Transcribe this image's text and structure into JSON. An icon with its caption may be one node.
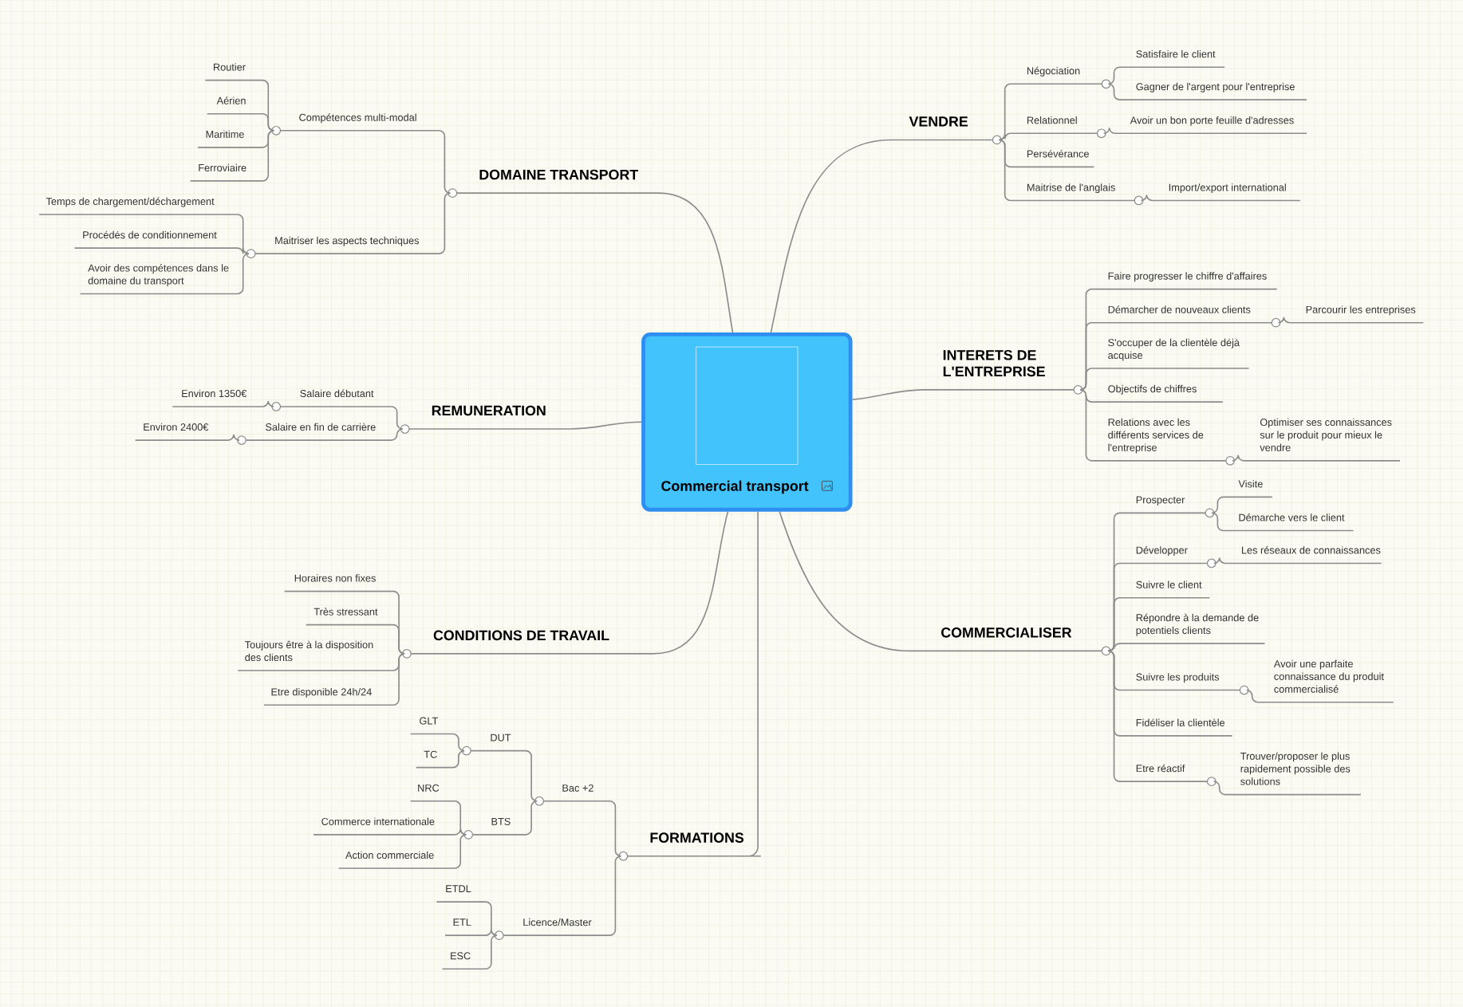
{
  "diagram": {
    "nodes": [
      {
        "text": [
          "Commercial transport"
        ]
      },
      {
        "text": [
          "VENDRE"
        ]
      },
      {
        "text": [
          "Négociation"
        ]
      },
      {
        "text": [
          "Satisfaire le client"
        ]
      },
      {
        "text": [
          "Gagner de l'argent pour l'entreprise"
        ]
      },
      {
        "text": [
          "Relationnel"
        ]
      },
      {
        "text": [
          "Avoir un bon porte feuille d'adresses"
        ]
      },
      {
        "text": [
          "Persévérance"
        ]
      },
      {
        "text": [
          "Maitrise de l'anglais"
        ]
      },
      {
        "text": [
          "Import/export international"
        ]
      },
      {
        "text": [
          "INTERETS DE L'ENTREPRISE"
        ]
      },
      {
        "text": [
          "Faire progresser le chiffre d'affaires"
        ]
      },
      {
        "text": [
          "Démarcher de nouveaux clients"
        ]
      },
      {
        "text": [
          "Parcourir les entreprises"
        ]
      },
      {
        "text": [
          "S'occuper de la clientèle déjà acquise"
        ]
      },
      {
        "text": [
          "Objectifs de chiffres"
        ]
      },
      {
        "text": [
          "Relations avec les différents services de l'entreprise"
        ]
      },
      {
        "text": [
          "Optimiser ses connaissances sur le produit pour mieux le vendre"
        ]
      },
      {
        "text": [
          "COMMERCIALISER"
        ]
      },
      {
        "text": [
          "Prospecter"
        ]
      },
      {
        "text": [
          "Visite"
        ]
      },
      {
        "text": [
          "Démarche vers le client"
        ]
      },
      {
        "text": [
          "Développer"
        ]
      },
      {
        "text": [
          "Les réseaux de connaissances"
        ]
      },
      {
        "text": [
          "Suivre le client"
        ]
      },
      {
        "text": [
          "Répondre à la demande de potentiels clients"
        ]
      },
      {
        "text": [
          "Suivre les produits"
        ]
      },
      {
        "text": [
          "Avoir une parfaite connaissance du produit commercialisé"
        ]
      },
      {
        "text": [
          "Fidéliser la clientèle"
        ]
      },
      {
        "text": [
          "Etre réactif"
        ]
      },
      {
        "text": [
          "Trouver/proposer le plus rapidement possible des solutions"
        ]
      },
      {
        "text": [
          "DOMAINE TRANSPORT"
        ]
      },
      {
        "text": [
          "Compétences multi-modal"
        ]
      },
      {
        "text": [
          "Routier"
        ]
      },
      {
        "text": [
          "Aérien"
        ]
      },
      {
        "text": [
          "Maritime"
        ]
      },
      {
        "text": [
          "Ferroviaire"
        ]
      },
      {
        "text": [
          "Maitriser les aspects techniques"
        ]
      },
      {
        "text": [
          "Temps de chargement/déchargement"
        ]
      },
      {
        "text": [
          "Procédés de conditionnement"
        ]
      },
      {
        "text": [
          "Avoir des compétences dans le domaine du transport"
        ]
      },
      {
        "text": [
          "REMUNERATION"
        ]
      },
      {
        "text": [
          "Salaire débutant"
        ]
      },
      {
        "text": [
          "Environ 1350€"
        ]
      },
      {
        "text": [
          "Salaire en fin de carrière"
        ]
      },
      {
        "text": [
          "Environ 2400€"
        ]
      },
      {
        "text": [
          "CONDITIONS DE TRAVAIL"
        ]
      },
      {
        "text": [
          "Horaires non fixes"
        ]
      },
      {
        "text": [
          "Très stressant"
        ]
      },
      {
        "text": [
          "Toujours être à la disposition des clients"
        ]
      },
      {
        "text": [
          "Etre disponible 24h/24"
        ]
      },
      {
        "text": [
          "FORMATIONS"
        ]
      },
      {
        "text": [
          "Bac +2"
        ]
      },
      {
        "text": [
          "DUT"
        ]
      },
      {
        "text": [
          "GLT"
        ]
      },
      {
        "text": [
          "TC"
        ]
      },
      {
        "text": [
          "BTS"
        ]
      },
      {
        "text": [
          "NRC"
        ]
      },
      {
        "text": [
          "Commerce internationale"
        ]
      },
      {
        "text": [
          "Action commerciale"
        ]
      },
      {
        "text": [
          "Licence/Master"
        ]
      },
      {
        "text": [
          "ETDL"
        ]
      },
      {
        "text": [
          "ETL"
        ]
      },
      {
        "text": [
          "ESC"
        ]
      }
    ],
    "edges": [
      {
        "from": 0,
        "to": 1,
        "arrow": "none"
      },
      {
        "from": 1,
        "to": 2,
        "arrow": "none"
      },
      {
        "from": 2,
        "to": 3,
        "arrow": "none"
      },
      {
        "from": 2,
        "to": 4,
        "arrow": "none"
      },
      {
        "from": 1,
        "to": 5,
        "arrow": "none"
      },
      {
        "from": 5,
        "to": 6,
        "arrow": "none"
      },
      {
        "from": 1,
        "to": 7,
        "arrow": "none"
      },
      {
        "from": 1,
        "to": 8,
        "arrow": "none"
      },
      {
        "from": 8,
        "to": 9,
        "arrow": "none"
      },
      {
        "from": 0,
        "to": 10,
        "arrow": "none"
      },
      {
        "from": 10,
        "to": 11,
        "arrow": "none"
      },
      {
        "from": 10,
        "to": 12,
        "arrow": "none"
      },
      {
        "from": 12,
        "to": 13,
        "arrow": "none"
      },
      {
        "from": 10,
        "to": 14,
        "arrow": "none"
      },
      {
        "from": 10,
        "to": 15,
        "arrow": "none"
      },
      {
        "from": 10,
        "to": 16,
        "arrow": "none"
      },
      {
        "from": 16,
        "to": 17,
        "arrow": "none"
      },
      {
        "from": 0,
        "to": 18,
        "arrow": "none"
      },
      {
        "from": 18,
        "to": 19,
        "arrow": "none"
      },
      {
        "from": 19,
        "to": 20,
        "arrow": "none"
      },
      {
        "from": 19,
        "to": 21,
        "arrow": "none"
      },
      {
        "from": 18,
        "to": 22,
        "arrow": "none"
      },
      {
        "from": 22,
        "to": 23,
        "arrow": "none"
      },
      {
        "from": 18,
        "to": 24,
        "arrow": "none"
      },
      {
        "from": 18,
        "to": 25,
        "arrow": "none"
      },
      {
        "from": 18,
        "to": 26,
        "arrow": "none"
      },
      {
        "from": 26,
        "to": 27,
        "arrow": "none"
      },
      {
        "from": 18,
        "to": 28,
        "arrow": "none"
      },
      {
        "from": 18,
        "to": 29,
        "arrow": "none"
      },
      {
        "from": 29,
        "to": 30,
        "arrow": "none"
      },
      {
        "from": 0,
        "to": 31,
        "arrow": "none"
      },
      {
        "from": 31,
        "to": 32,
        "arrow": "none"
      },
      {
        "from": 32,
        "to": 33,
        "arrow": "none"
      },
      {
        "from": 32,
        "to": 34,
        "arrow": "none"
      },
      {
        "from": 32,
        "to": 35,
        "arrow": "none"
      },
      {
        "from": 32,
        "to": 36,
        "arrow": "none"
      },
      {
        "from": 31,
        "to": 37,
        "arrow": "none"
      },
      {
        "from": 37,
        "to": 38,
        "arrow": "none"
      },
      {
        "from": 37,
        "to": 39,
        "arrow": "none"
      },
      {
        "from": 37,
        "to": 40,
        "arrow": "none"
      },
      {
        "from": 0,
        "to": 41,
        "arrow": "none"
      },
      {
        "from": 41,
        "to": 42,
        "arrow": "none"
      },
      {
        "from": 42,
        "to": 43,
        "arrow": "none"
      },
      {
        "from": 41,
        "to": 44,
        "arrow": "none"
      },
      {
        "from": 44,
        "to": 45,
        "arrow": "none"
      },
      {
        "from": 0,
        "to": 46,
        "arrow": "none"
      },
      {
        "from": 46,
        "to": 47,
        "arrow": "none"
      },
      {
        "from": 46,
        "to": 48,
        "arrow": "none"
      },
      {
        "from": 46,
        "to": 49,
        "arrow": "none"
      },
      {
        "from": 46,
        "to": 50,
        "arrow": "none"
      },
      {
        "from": 0,
        "to": 51,
        "arrow": "none"
      },
      {
        "from": 51,
        "to": 52,
        "arrow": "none"
      },
      {
        "from": 52,
        "to": 53,
        "arrow": "none"
      },
      {
        "from": 53,
        "to": 54,
        "arrow": "none"
      },
      {
        "from": 53,
        "to": 55,
        "arrow": "none"
      },
      {
        "from": 52,
        "to": 56,
        "arrow": "none"
      },
      {
        "from": 56,
        "to": 57,
        "arrow": "none"
      },
      {
        "from": 56,
        "to": 58,
        "arrow": "none"
      },
      {
        "from": 56,
        "to": 59,
        "arrow": "none"
      },
      {
        "from": 51,
        "to": 60,
        "arrow": "none"
      },
      {
        "from": 60,
        "to": 61,
        "arrow": "none"
      },
      {
        "from": 60,
        "to": 62,
        "arrow": "none"
      },
      {
        "from": 60,
        "to": 63,
        "arrow": "none"
      }
    ]
  }
}
